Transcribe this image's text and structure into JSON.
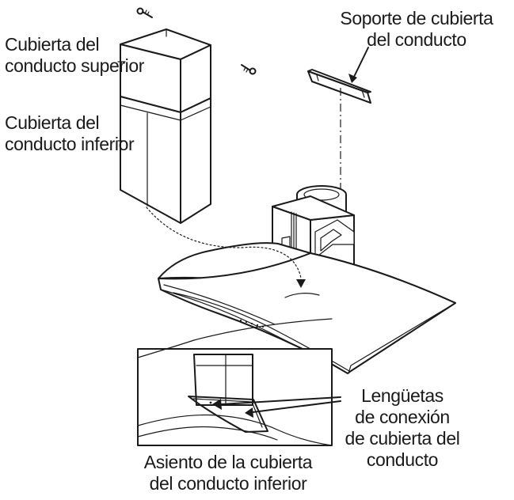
{
  "labels": {
    "upper_cover": [
      "Cubierta del",
      "conducto superior"
    ],
    "lower_cover": [
      "Cubierta del",
      "conducto inferior"
    ],
    "bracket": [
      "Soporte de cubierta",
      "del conducto"
    ],
    "tabs": [
      "Lengüetas",
      "de conexión",
      "de cubierta del",
      "conducto"
    ],
    "seat": [
      "Asiento de la cubierta",
      "del conducto inferior"
    ]
  },
  "colors": {
    "line": "#1a1a1a",
    "background": "#ffffff"
  },
  "icons": [
    "screw-icon",
    "arrow-icon"
  ]
}
